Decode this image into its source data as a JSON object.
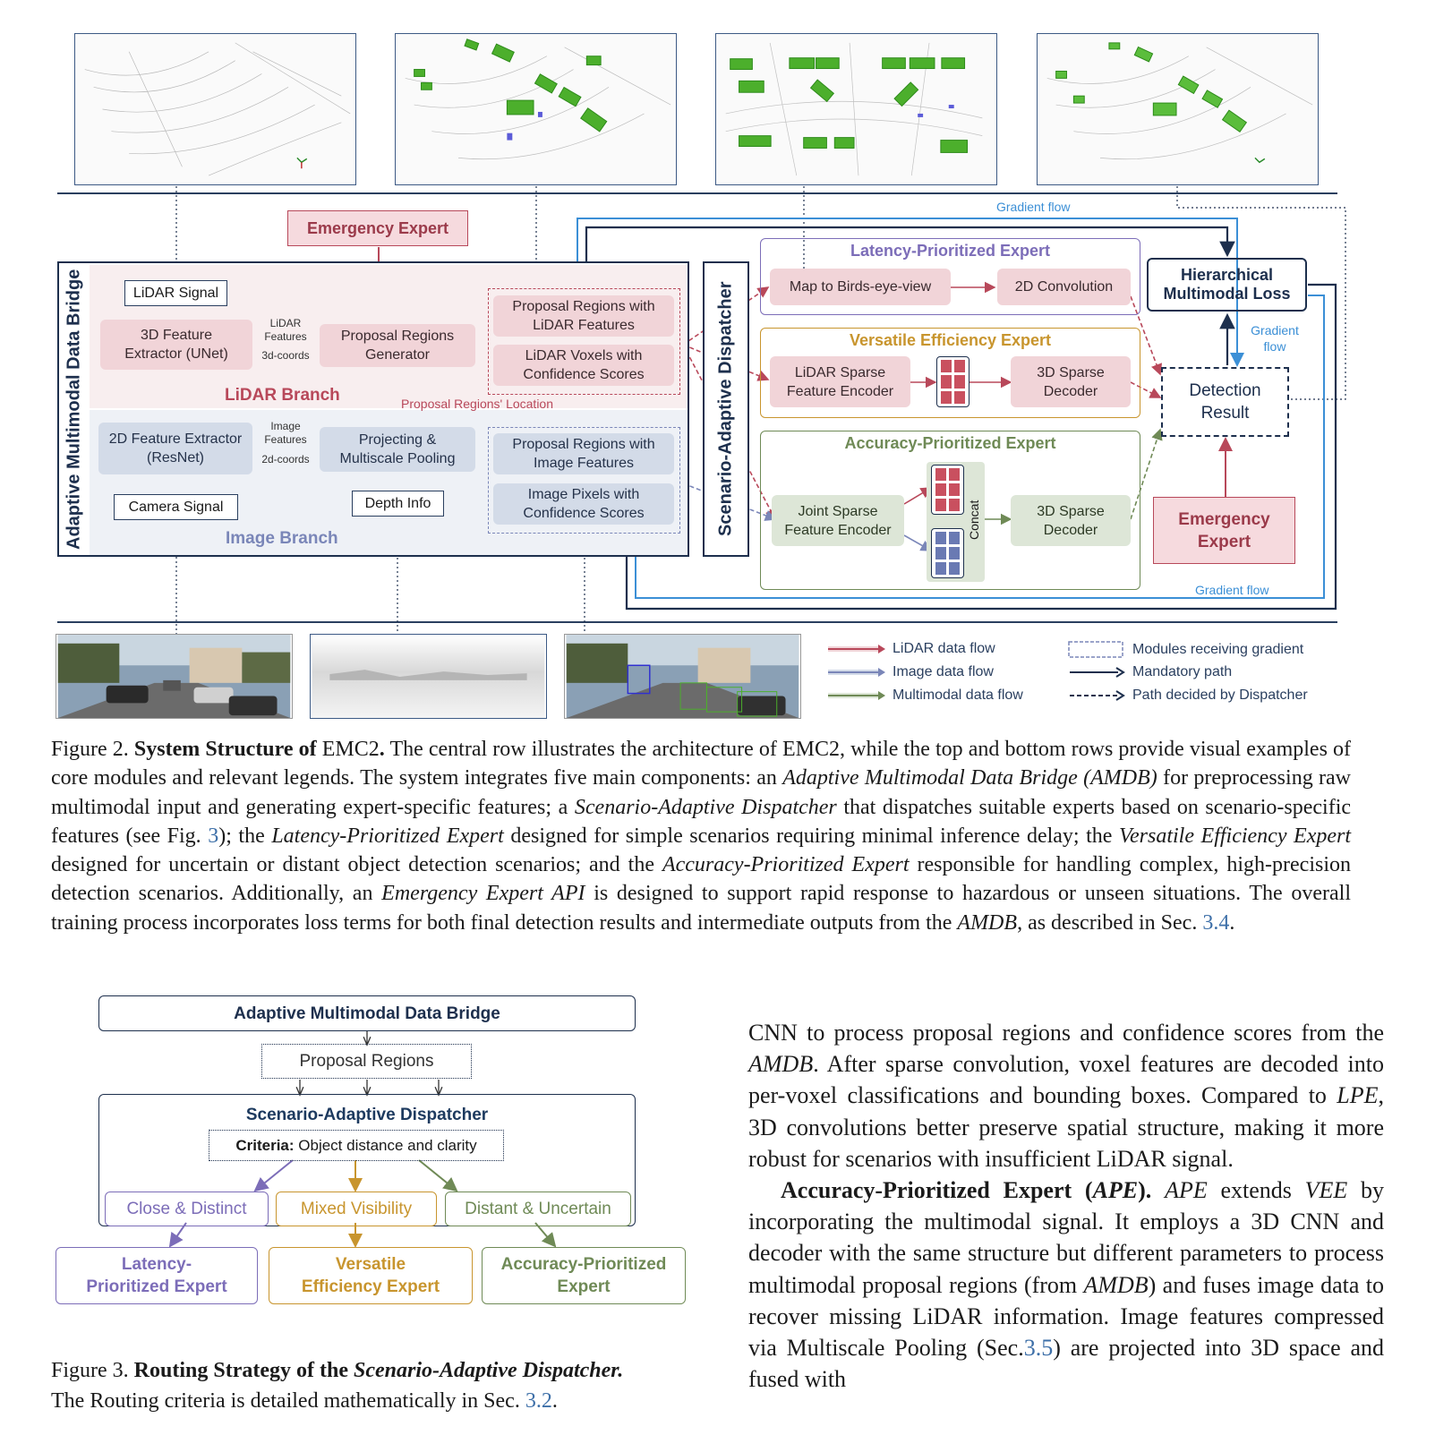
{
  "fig2": {
    "gradient_flow_top": "Gradient flow",
    "gradient_flow_bottom": "Gradient flow",
    "gradient_flow_side": "Gradient flow",
    "emergency_expert": "Emergency Expert",
    "amdb_title": "Adaptive Multimodal Data Bridge",
    "lidar_signal": "LiDAR Signal",
    "feature_3d": "3D Feature Extractor (UNet)",
    "lidar_features_label": "LiDAR Features",
    "coords_3d": "3d-coords",
    "proposal_generator": "Proposal Regions Generator",
    "proposal_lidar": "Proposal Regions with LiDAR Features",
    "lidar_voxels": "LiDAR Voxels with Confidence Scores",
    "lidar_branch": "LiDAR Branch",
    "proposal_location": "Proposal Regions' Location",
    "feature_2d": "2D Feature Extractor (ResNet)",
    "image_features_label": "Image Features",
    "coords_2d": "2d-coords",
    "projecting": "Projecting & Multiscale Pooling",
    "proposal_image": "Proposal Regions with Image Features",
    "image_pixels": "Image Pixels with Confidence Scores",
    "camera_signal": "Camera Signal",
    "depth_info": "Depth Info",
    "image_branch": "Image Branch",
    "dispatcher": "Scenario-Adaptive Dispatcher",
    "lpe_title": "Latency-Prioritized Expert",
    "lpe_bev": "Map to Birds-eye-view",
    "lpe_conv": "2D Convolution",
    "vee_title": "Versatile Efficiency Expert",
    "vee_encoder": "LiDAR Sparse Feature Encoder",
    "vee_decoder": "3D Sparse Decoder",
    "ape_title": "Accuracy-Prioritized Expert",
    "ape_encoder": "Joint Sparse Feature Encoder",
    "ape_concat": "Concat",
    "ape_decoder": "3D Sparse Decoder",
    "hml": "Hierarchical Multimodal Loss",
    "detection": "Detection Result",
    "emergency_expert_2": "Emergency Expert",
    "legend": {
      "lidar_flow": "LiDAR data flow",
      "image_flow": "Image data flow",
      "multi_flow": "Multimodal data flow",
      "gradient_modules": "Modules receiving gradient",
      "mandatory": "Mandatory path",
      "dispatcher_path": "Path decided by Dispatcher"
    },
    "colors": {
      "lidar": "#b8485a",
      "image": "#7a86b8",
      "multimodal": "#6f8a56",
      "navy": "#1d2f4d",
      "gradient": "#3b8fd6",
      "lpe": "#7c6db8",
      "vee": "#c8952e",
      "ape": "#6f8a56"
    }
  },
  "caption2": {
    "label": "Figure 2.",
    "bold_part": "System Structure of",
    "name": "EMC2",
    "text1": "The central row illustrates the architecture of EMC2, while the top and bottom rows provide visual examples of core modules and relevant legends. The system integrates five main components: an",
    "it1": "Adaptive Multimodal Data Bridge (AMDB)",
    "text2": "for preprocessing raw multimodal input and generating expert-specific features; a",
    "it2": "Scenario-Adaptive Dispatcher",
    "text3": "that dispatches suitable experts based on scenario-specific features (see Fig.",
    "ref1": "3",
    "text4": "); the",
    "it3": "Latency-Prioritized Expert",
    "text5": "designed for simple scenarios requiring minimal inference delay; the",
    "it4": "Versatile Efficiency Expert",
    "text6": "designed for uncertain or distant object detection scenarios; and the",
    "it5": "Accuracy-Prioritized Expert",
    "text7": "responsible for handling complex, high-precision detection scenarios. Additionally, an",
    "it6": "Emergency Expert API",
    "text8": "is designed to support rapid response to hazardous or unseen situations. The overall training process incorporates loss terms for both final detection results and intermediate outputs from the",
    "it7": "AMDB",
    "text9": ", as described in Sec.",
    "ref2": "3.4",
    "text10": "."
  },
  "fig3": {
    "amdb": "Adaptive Multimodal Data Bridge",
    "proposal": "Proposal Regions",
    "dispatcher": "Scenario-Adaptive Dispatcher",
    "criteria_bold": "Criteria:",
    "criteria_text": "Object distance and clarity",
    "close": "Close & Distinct",
    "mixed": "Mixed Visibility",
    "distant": "Distant & Uncertain",
    "lpe": "Latency-Prioritized Expert",
    "vee": "Versatile Efficiency Expert",
    "ape": "Accuracy-Prioritized Expert"
  },
  "caption3": {
    "label": "Figure 3.",
    "bold1": "Routing Strategy of the",
    "bold_it": "Scenario-Adaptive Dispatcher.",
    "text": "The Routing criteria is detailed mathematically in Sec.",
    "ref": "3.2",
    "end": "."
  },
  "body": {
    "p1": "CNN to process proposal regions and confidence scores from the",
    "p1_it": "AMDB",
    "p1b": ". After sparse convolution, voxel features are decoded into per-voxel classifications and bounding boxes. Compared to",
    "p1_it2": "LPE",
    "p1c": ", 3D convolutions better preserve spatial structure, making it more robust for scenarios with insufficient LiDAR signal.",
    "p2_bold": "Accuracy-Prioritized Expert (",
    "p2_bold_it": "APE",
    "p2_bold_end": ").",
    "p2_it1": "APE",
    "p2a": "extends",
    "p2_it2": "VEE",
    "p2b": "by incorporating the multimodal signal. It employs a 3D CNN and decoder with the same structure but different parameters to process multimodal proposal regions (from",
    "p2_it3": "AMDB",
    "p2c": ") and fuses image data to recover missing LiDAR information. Image features compressed via Multiscale Pooling (Sec.",
    "p2_ref": "3.5",
    "p2d": ") are projected into 3D space and fused with"
  }
}
